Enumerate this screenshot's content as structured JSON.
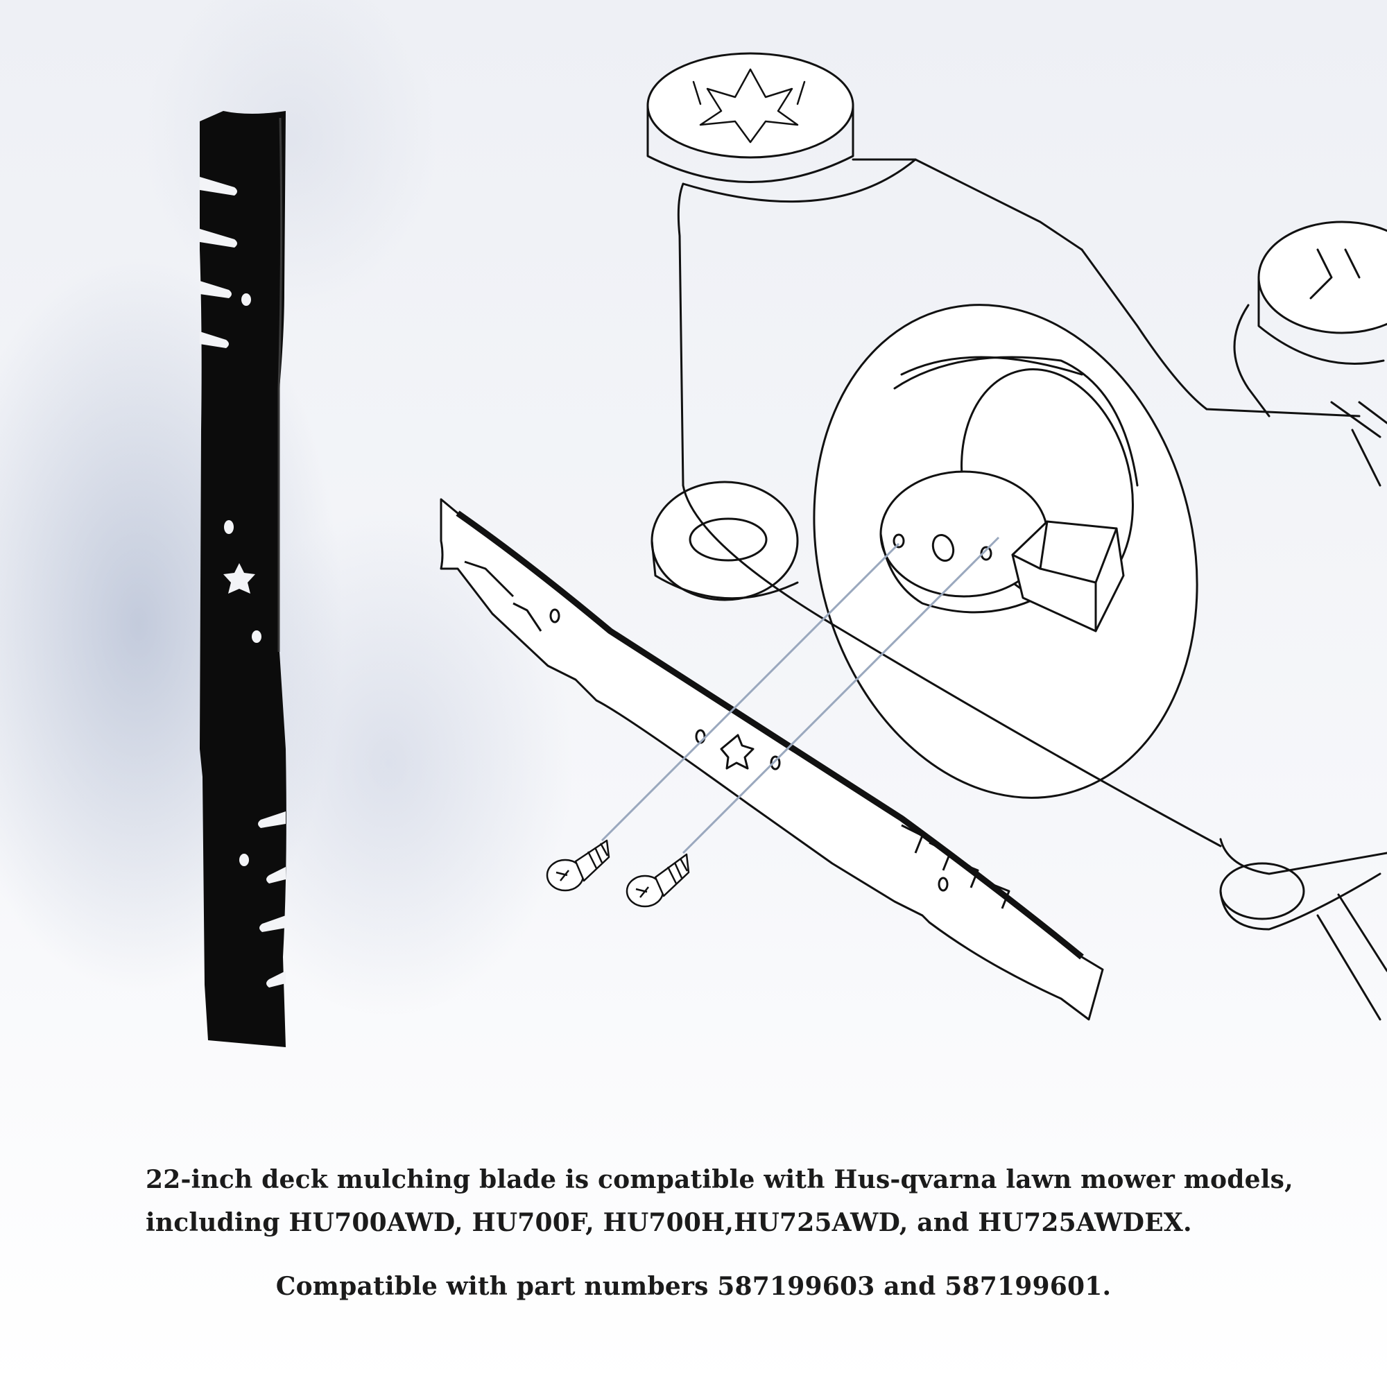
{
  "caption": {
    "line1": "22-inch deck mulching blade is compatible with Hus-qvarna lawn mower models,",
    "line2": "including HU700AWD, HU700F, HU700H,HU725AWD, and HU725AWDEX.",
    "line3": "Compatible with part numbers 587199603 and 587199601."
  },
  "colors": {
    "blade": "#0c0c0c",
    "line_art": "#111111",
    "guide_lines": "#9aa8be",
    "caption_text": "#1b1b1b"
  }
}
